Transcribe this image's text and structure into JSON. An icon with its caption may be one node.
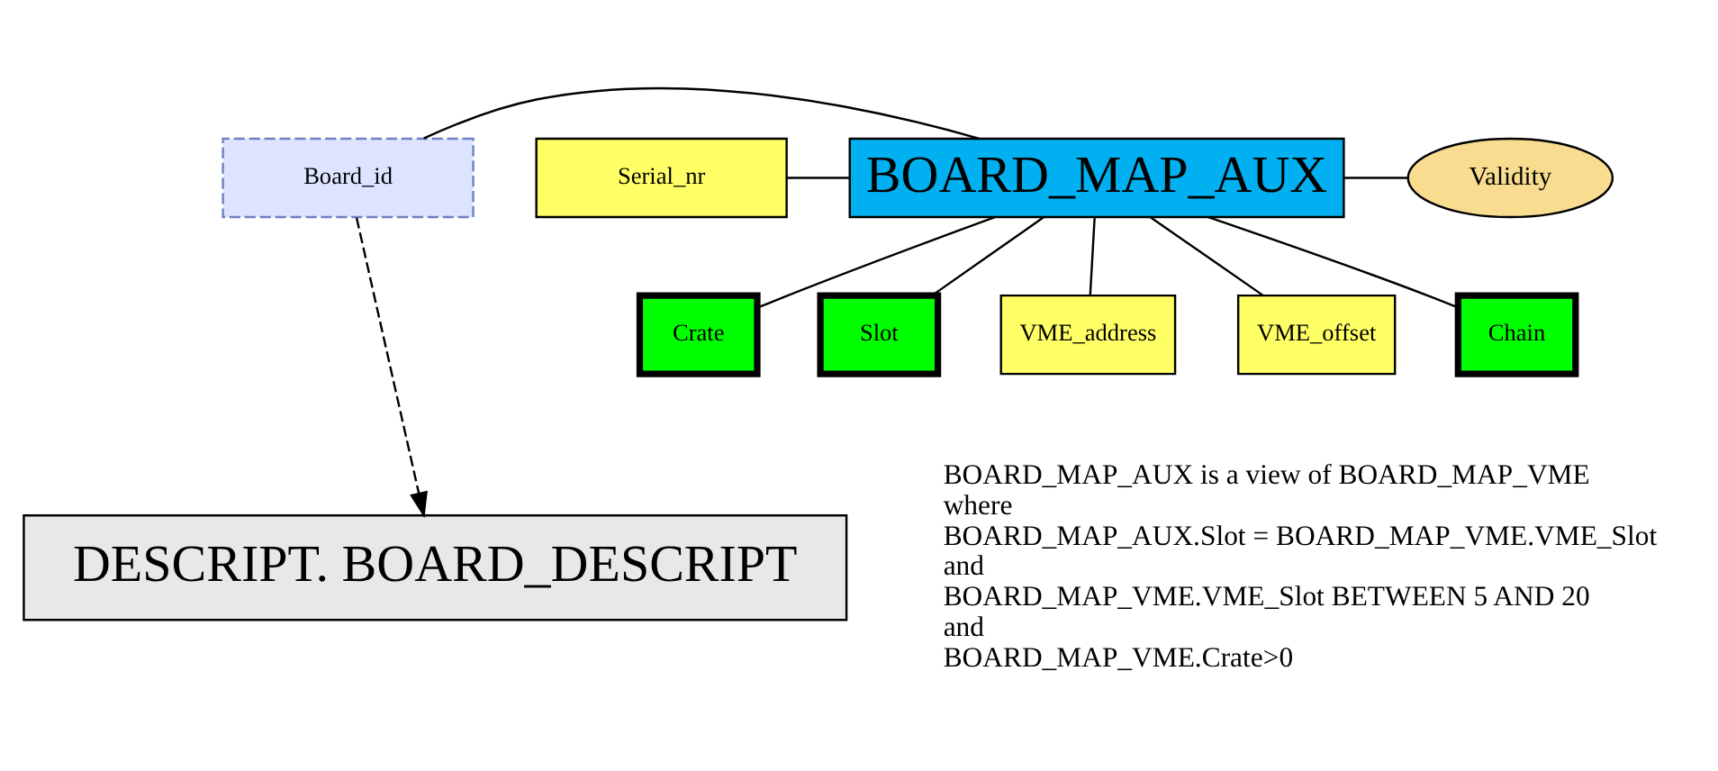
{
  "diagram": {
    "nodes": [
      {
        "text": [
          "Chain"
        ]
      },
      {
        "text": [
          "Crate"
        ]
      },
      {
        "text": [
          "Slot"
        ]
      },
      {
        "text": [
          "Board_id"
        ]
      },
      {
        "text": [
          "BOARD_MAP_AUX"
        ]
      },
      {
        "text": [
          "Serial_nr"
        ]
      },
      {
        "text": [
          "Validity"
        ]
      },
      {
        "text": [
          "VME_address"
        ]
      },
      {
        "text": [
          "VME_offset"
        ]
      },
      {
        "text": [
          "DESCRIPT. BOARD_DESCRIPT"
        ]
      }
    ],
    "edges": [
      {
        "from": 4,
        "to": 0,
        "arrow": "none"
      },
      {
        "from": 4,
        "to": 1,
        "arrow": "none"
      },
      {
        "from": 4,
        "to": 2,
        "arrow": "none"
      },
      {
        "from": 3,
        "to": 4,
        "arrow": "none"
      },
      {
        "from": 5,
        "to": 4,
        "arrow": "none"
      },
      {
        "from": 4,
        "to": 6,
        "arrow": "none"
      },
      {
        "from": 4,
        "to": 7,
        "arrow": "none"
      },
      {
        "from": 4,
        "to": 8,
        "arrow": "none"
      },
      {
        "from": 3,
        "to": 9,
        "arrow": "to",
        "style": "dashed"
      }
    ],
    "labels": [
      "BOARD_MAP_AUX is a view of BOARD_MAP_VME",
      "where",
      "BOARD_MAP_AUX.Slot = BOARD_MAP_VME.VME_Slot",
      "and",
      "BOARD_MAP_VME.VME_Slot BETWEEN 5 AND 20",
      "and",
      "BOARD_MAP_VME.Crate>0"
    ]
  }
}
